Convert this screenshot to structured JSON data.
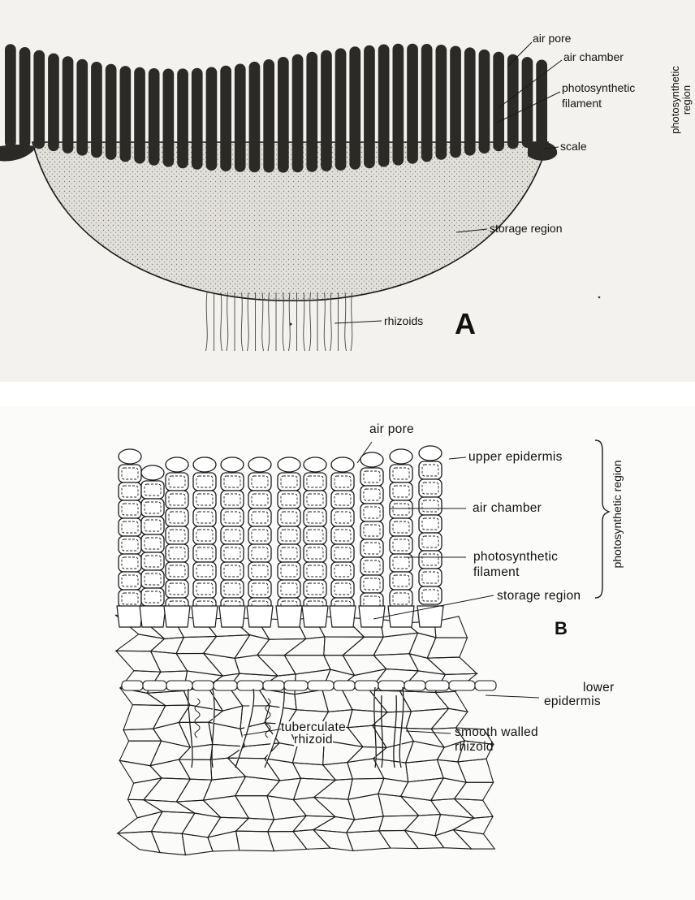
{
  "panel_a": {
    "letter": "A",
    "labels": {
      "air_pore": "air pore",
      "air_chamber": "air chamber",
      "photosynthetic_filament_1": "photosynthetic",
      "photosynthetic_filament_2": "filament",
      "scale": "scale",
      "storage_region": "storage region",
      "rhizoids": "rhizoids"
    },
    "side_label": {
      "line1": "photosynthetic",
      "line2": "region"
    }
  },
  "panel_b": {
    "letter": "B",
    "labels": {
      "air_pore": "air pore",
      "upper_epidermis": "upper epidermis",
      "air_chamber": "air chamber",
      "photosynthetic_filament_1": "photosynthetic",
      "photosynthetic_filament_2": "filament",
      "storage_region": "storage region",
      "lower_epidermis_1": "lower",
      "lower_epidermis_2": "epidermis",
      "smooth_walled_rhizoid_1": "smooth walled",
      "smooth_walled_rhizoid_2": "rhizoid",
      "tuberculate_rhizoid_1": "tuberculate",
      "tuberculate_rhizoid_2": "rhizoid"
    },
    "side_label": "photosynthetic region"
  },
  "colors": {
    "filament_dark": "#2b2a27",
    "storage_fill": "#d8d6d0",
    "line": "#1a1a1a"
  }
}
